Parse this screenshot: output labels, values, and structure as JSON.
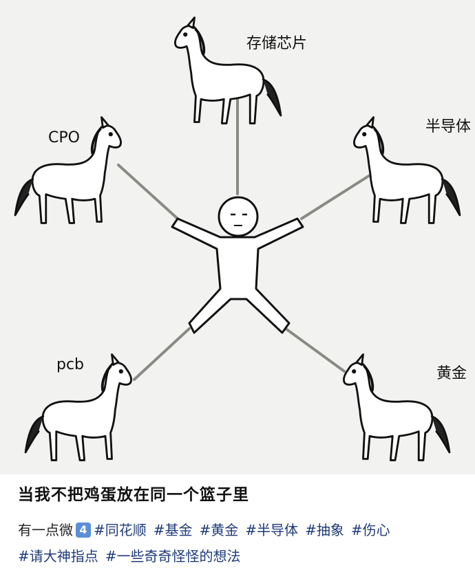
{
  "illustration": {
    "labels": {
      "top": "存储芯片",
      "upper_left": "CPO",
      "upper_right": "半导体",
      "lower_left": "pcb",
      "lower_right": "黄金"
    }
  },
  "post": {
    "title": "当我不把鸡蛋放在同一个篮子里",
    "intro": "有一点微",
    "badge": "4",
    "tags": [
      "#同花顺",
      "#基金",
      "#黄金",
      "#半导体",
      "#抽象",
      "#伤心",
      "#请大神指点",
      "#一些奇奇怪怪的想法"
    ]
  }
}
